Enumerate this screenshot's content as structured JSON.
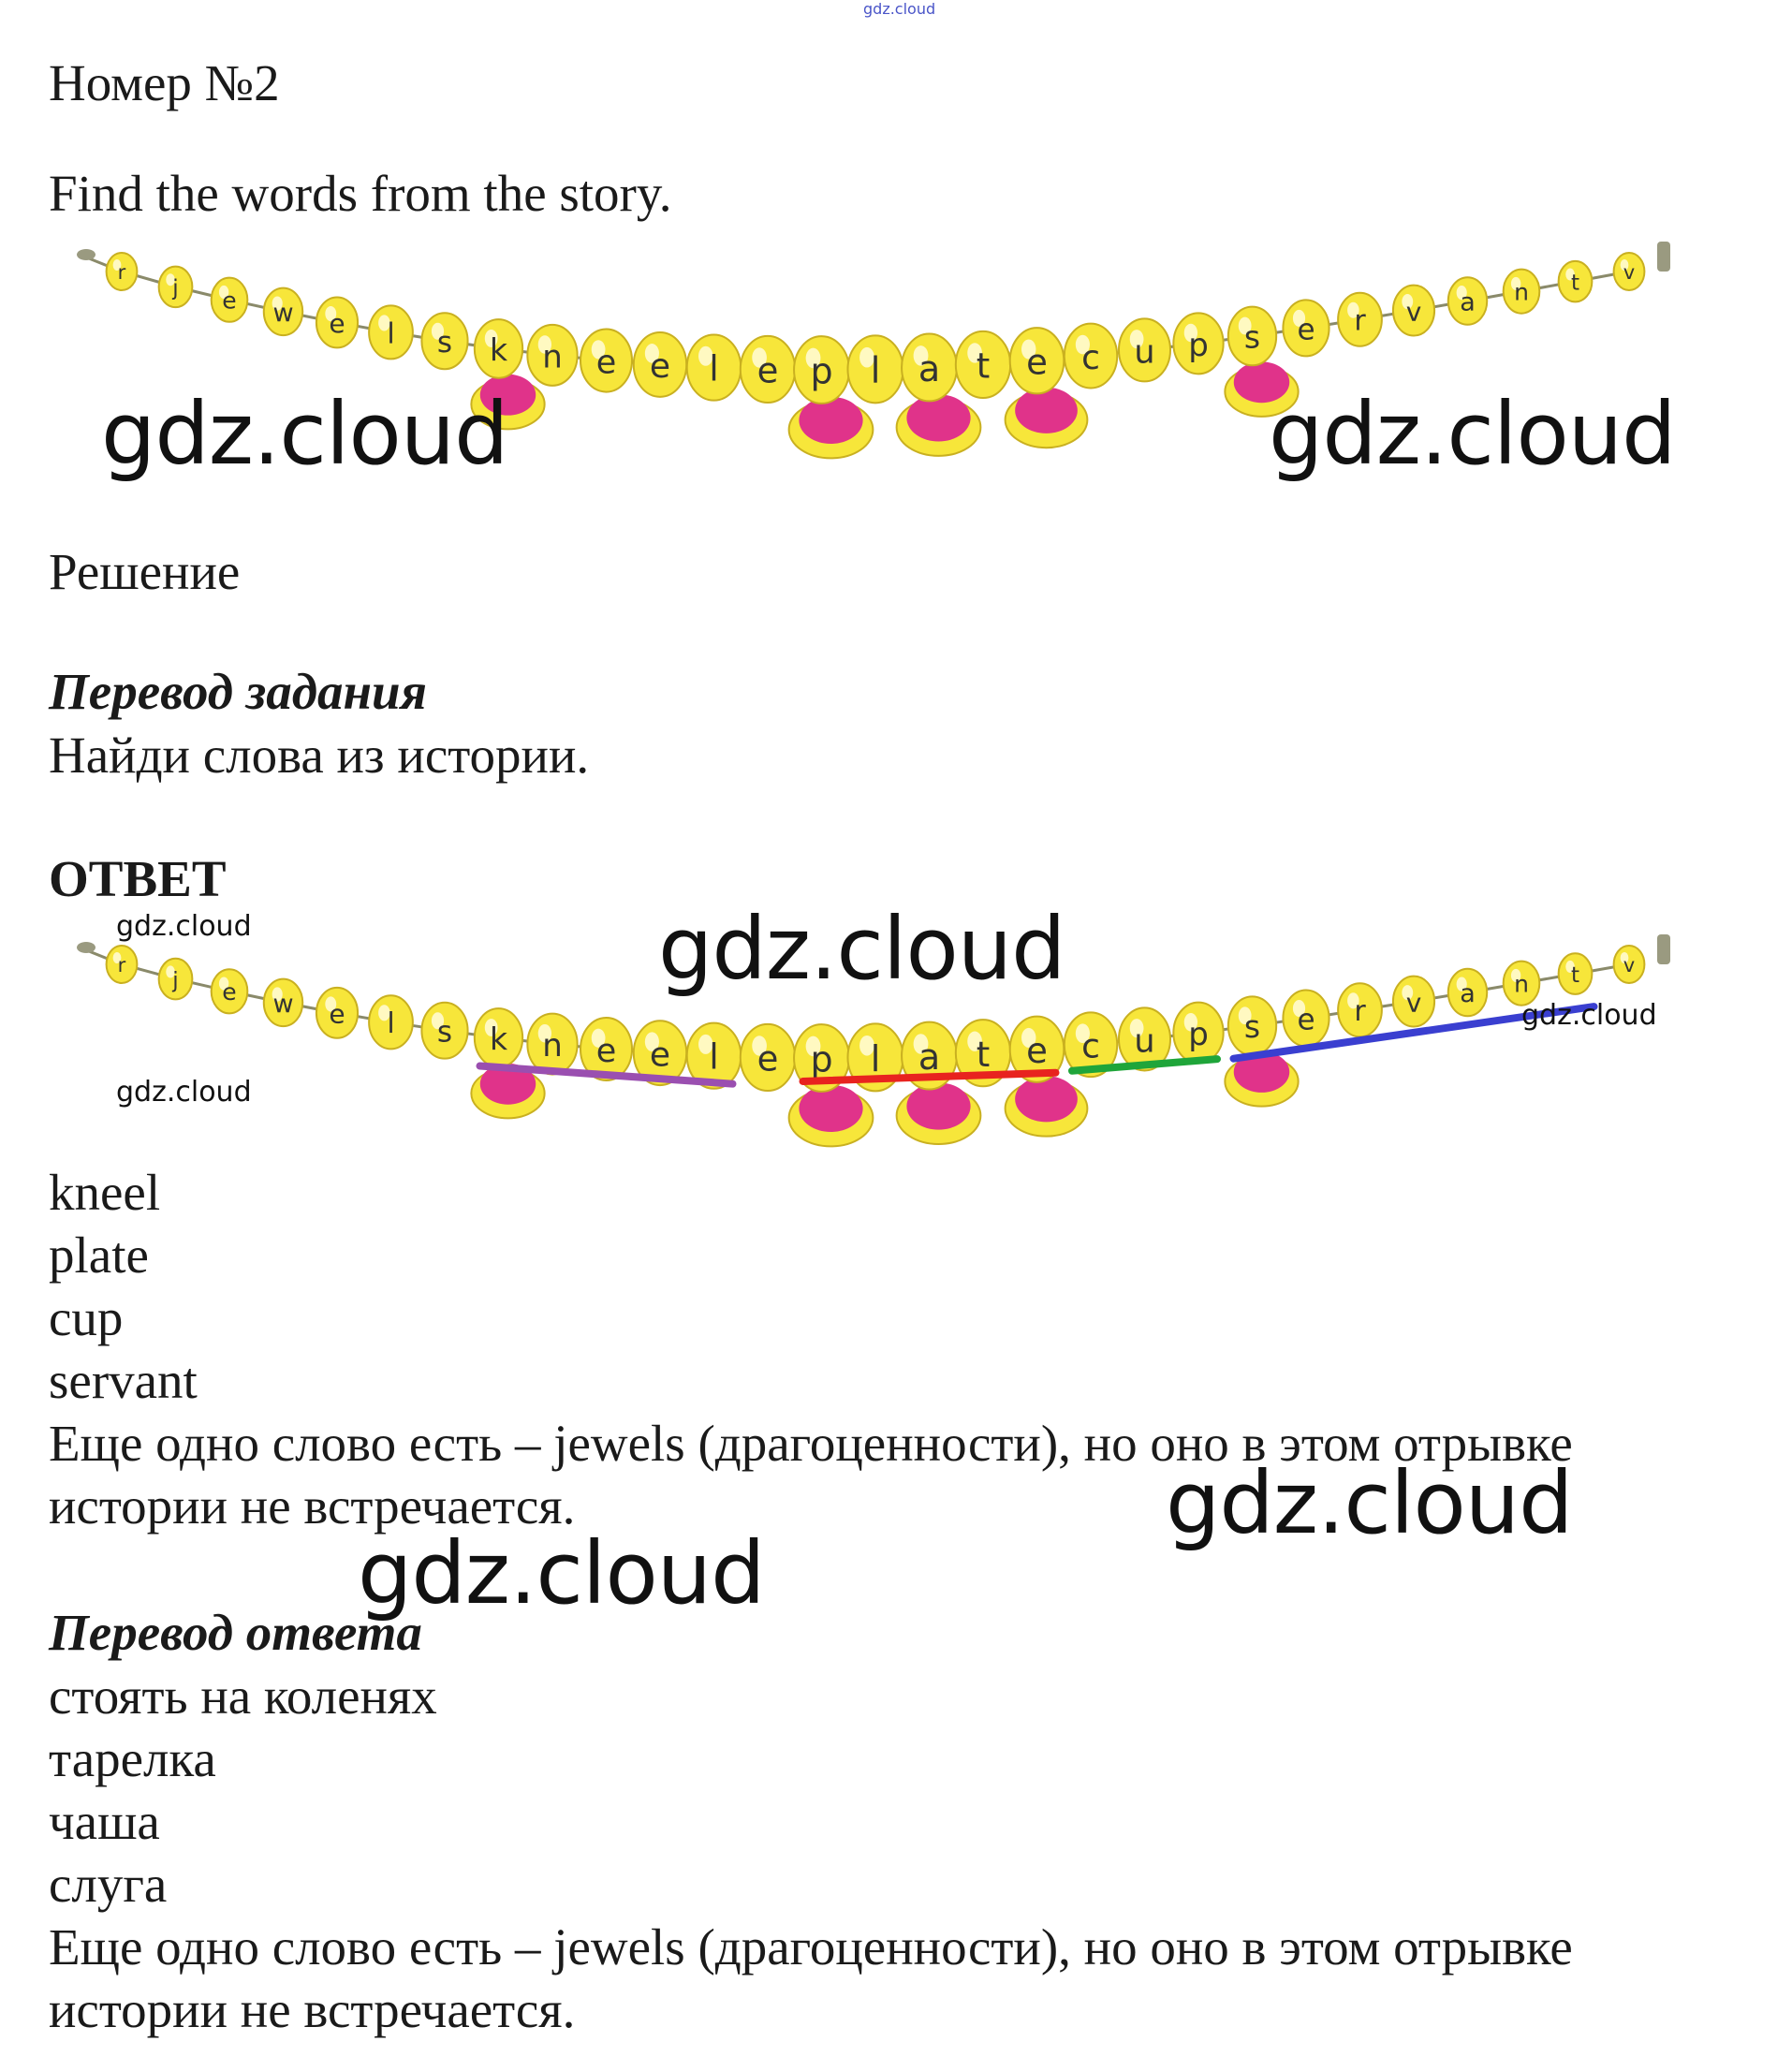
{
  "top_watermark": "gdz.cloud",
  "heading": "Номер №2",
  "task": "Find the words from the story.",
  "watermark": "gdz.cloud",
  "necklace_letters": [
    "r",
    "j",
    "e",
    "w",
    "e",
    "l",
    "s",
    "k",
    "n",
    "e",
    "e",
    "l",
    "e",
    "p",
    "l",
    "a",
    "t",
    "e",
    "c",
    "u",
    "p",
    "s",
    "e",
    "r",
    "v",
    "a",
    "n",
    "t",
    "v"
  ],
  "solution_label": "Решение",
  "translation_heading": "Перевод задания",
  "translation_text": "Найди слова из истории.",
  "answer_heading": "ОТВЕТ",
  "answer_words": [
    "kneel",
    "plate",
    "cup",
    "servant"
  ],
  "answer_note_line1": "Еще одно слово есть – jewels (драгоценности), но оно в этом отрывке",
  "answer_note_line2": "истории не встречается.",
  "answer_translation_heading": "Перевод ответа",
  "answer_translations": [
    "стоять на коленях",
    "тарелка",
    "чаша",
    "слуга"
  ],
  "highlight_colors": {
    "kneel": "#9a4fb0",
    "plate": "#e8231f",
    "cup": "#1fa53a",
    "servant": "#3a3fd0"
  },
  "bead_color": "#f7e63a",
  "pendant_color": "#e0338a"
}
